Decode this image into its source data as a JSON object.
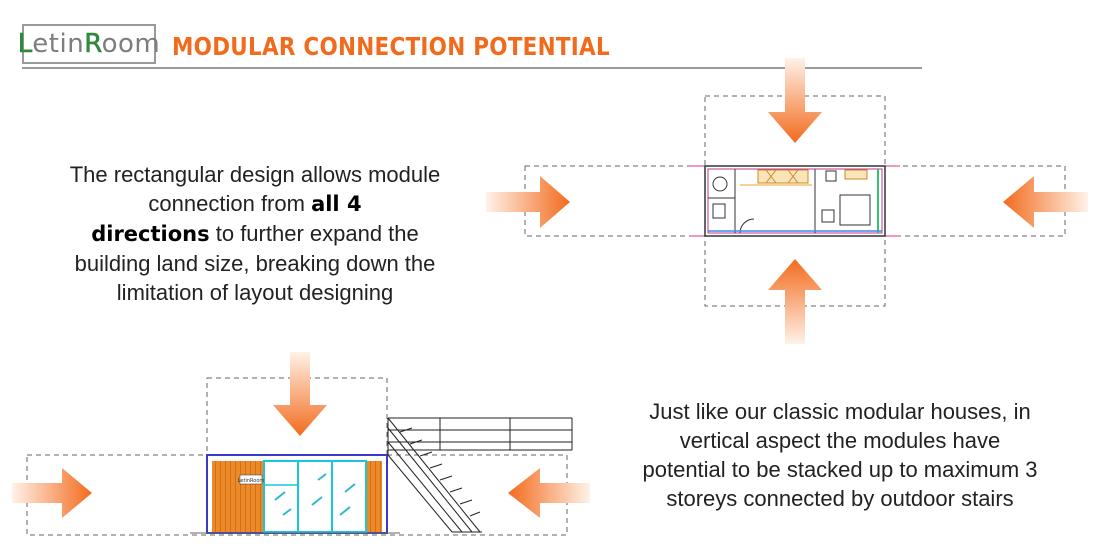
{
  "header": {
    "logo_text": "LetinRoom",
    "title": "MODULAR CONNECTION POTENTIAL"
  },
  "text_top": {
    "before": "The rectangular design allows module connection from ",
    "bold1": "all 4",
    "bold2": "directions",
    "after": " to further expand the building land size, breaking down the limitation of layout designing"
  },
  "text_bottom": "Just like our classic modular houses, in vertical aspect the modules have potential to be stacked up to maximum 3 storeys connected by outdoor stairs",
  "elevation_logo": "LetinRoom",
  "colors": {
    "accent": "#f26b1d",
    "brand_green": "#2e8b3e"
  }
}
